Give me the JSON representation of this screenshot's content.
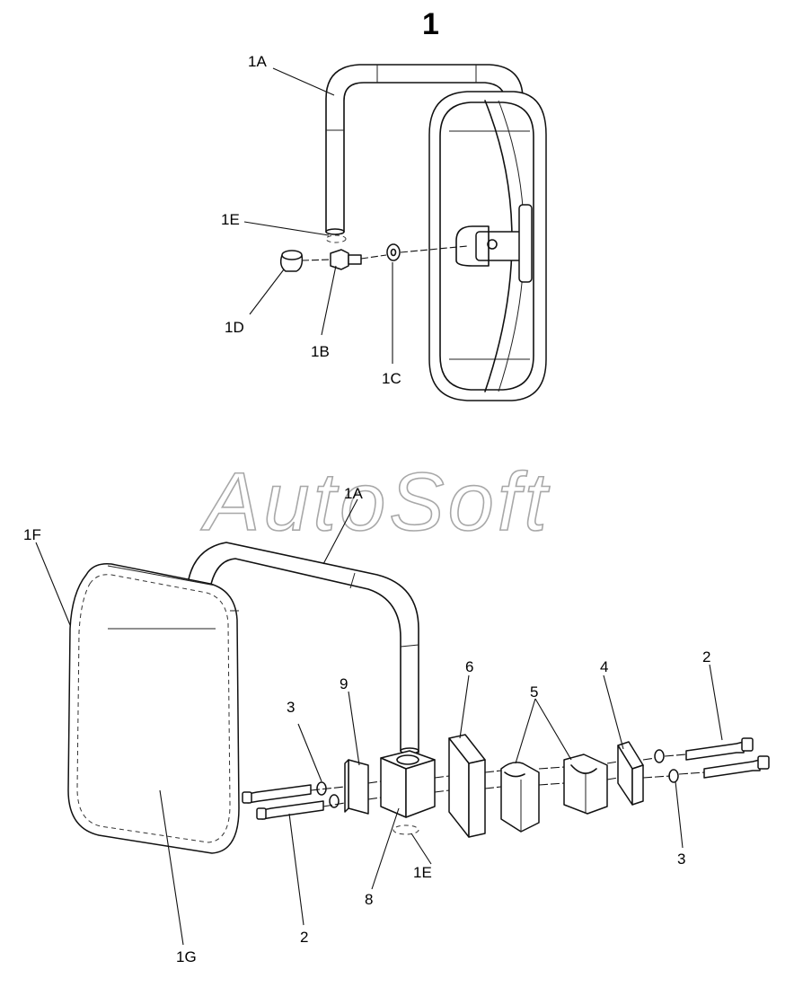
{
  "title": "1",
  "watermark": "AutoSoft",
  "top_labels": {
    "a": "1A",
    "e": "1E",
    "d": "1D",
    "b": "1B",
    "c": "1C"
  },
  "bottom_labels": {
    "a": "1A",
    "f": "1F",
    "g": "1G",
    "e": "1E",
    "p2_left": "2",
    "p2_right": "2",
    "p3_left": "3",
    "p3_right": "3",
    "p4": "4",
    "p5": "5",
    "p6": "6",
    "p8": "8",
    "p9": "9"
  }
}
